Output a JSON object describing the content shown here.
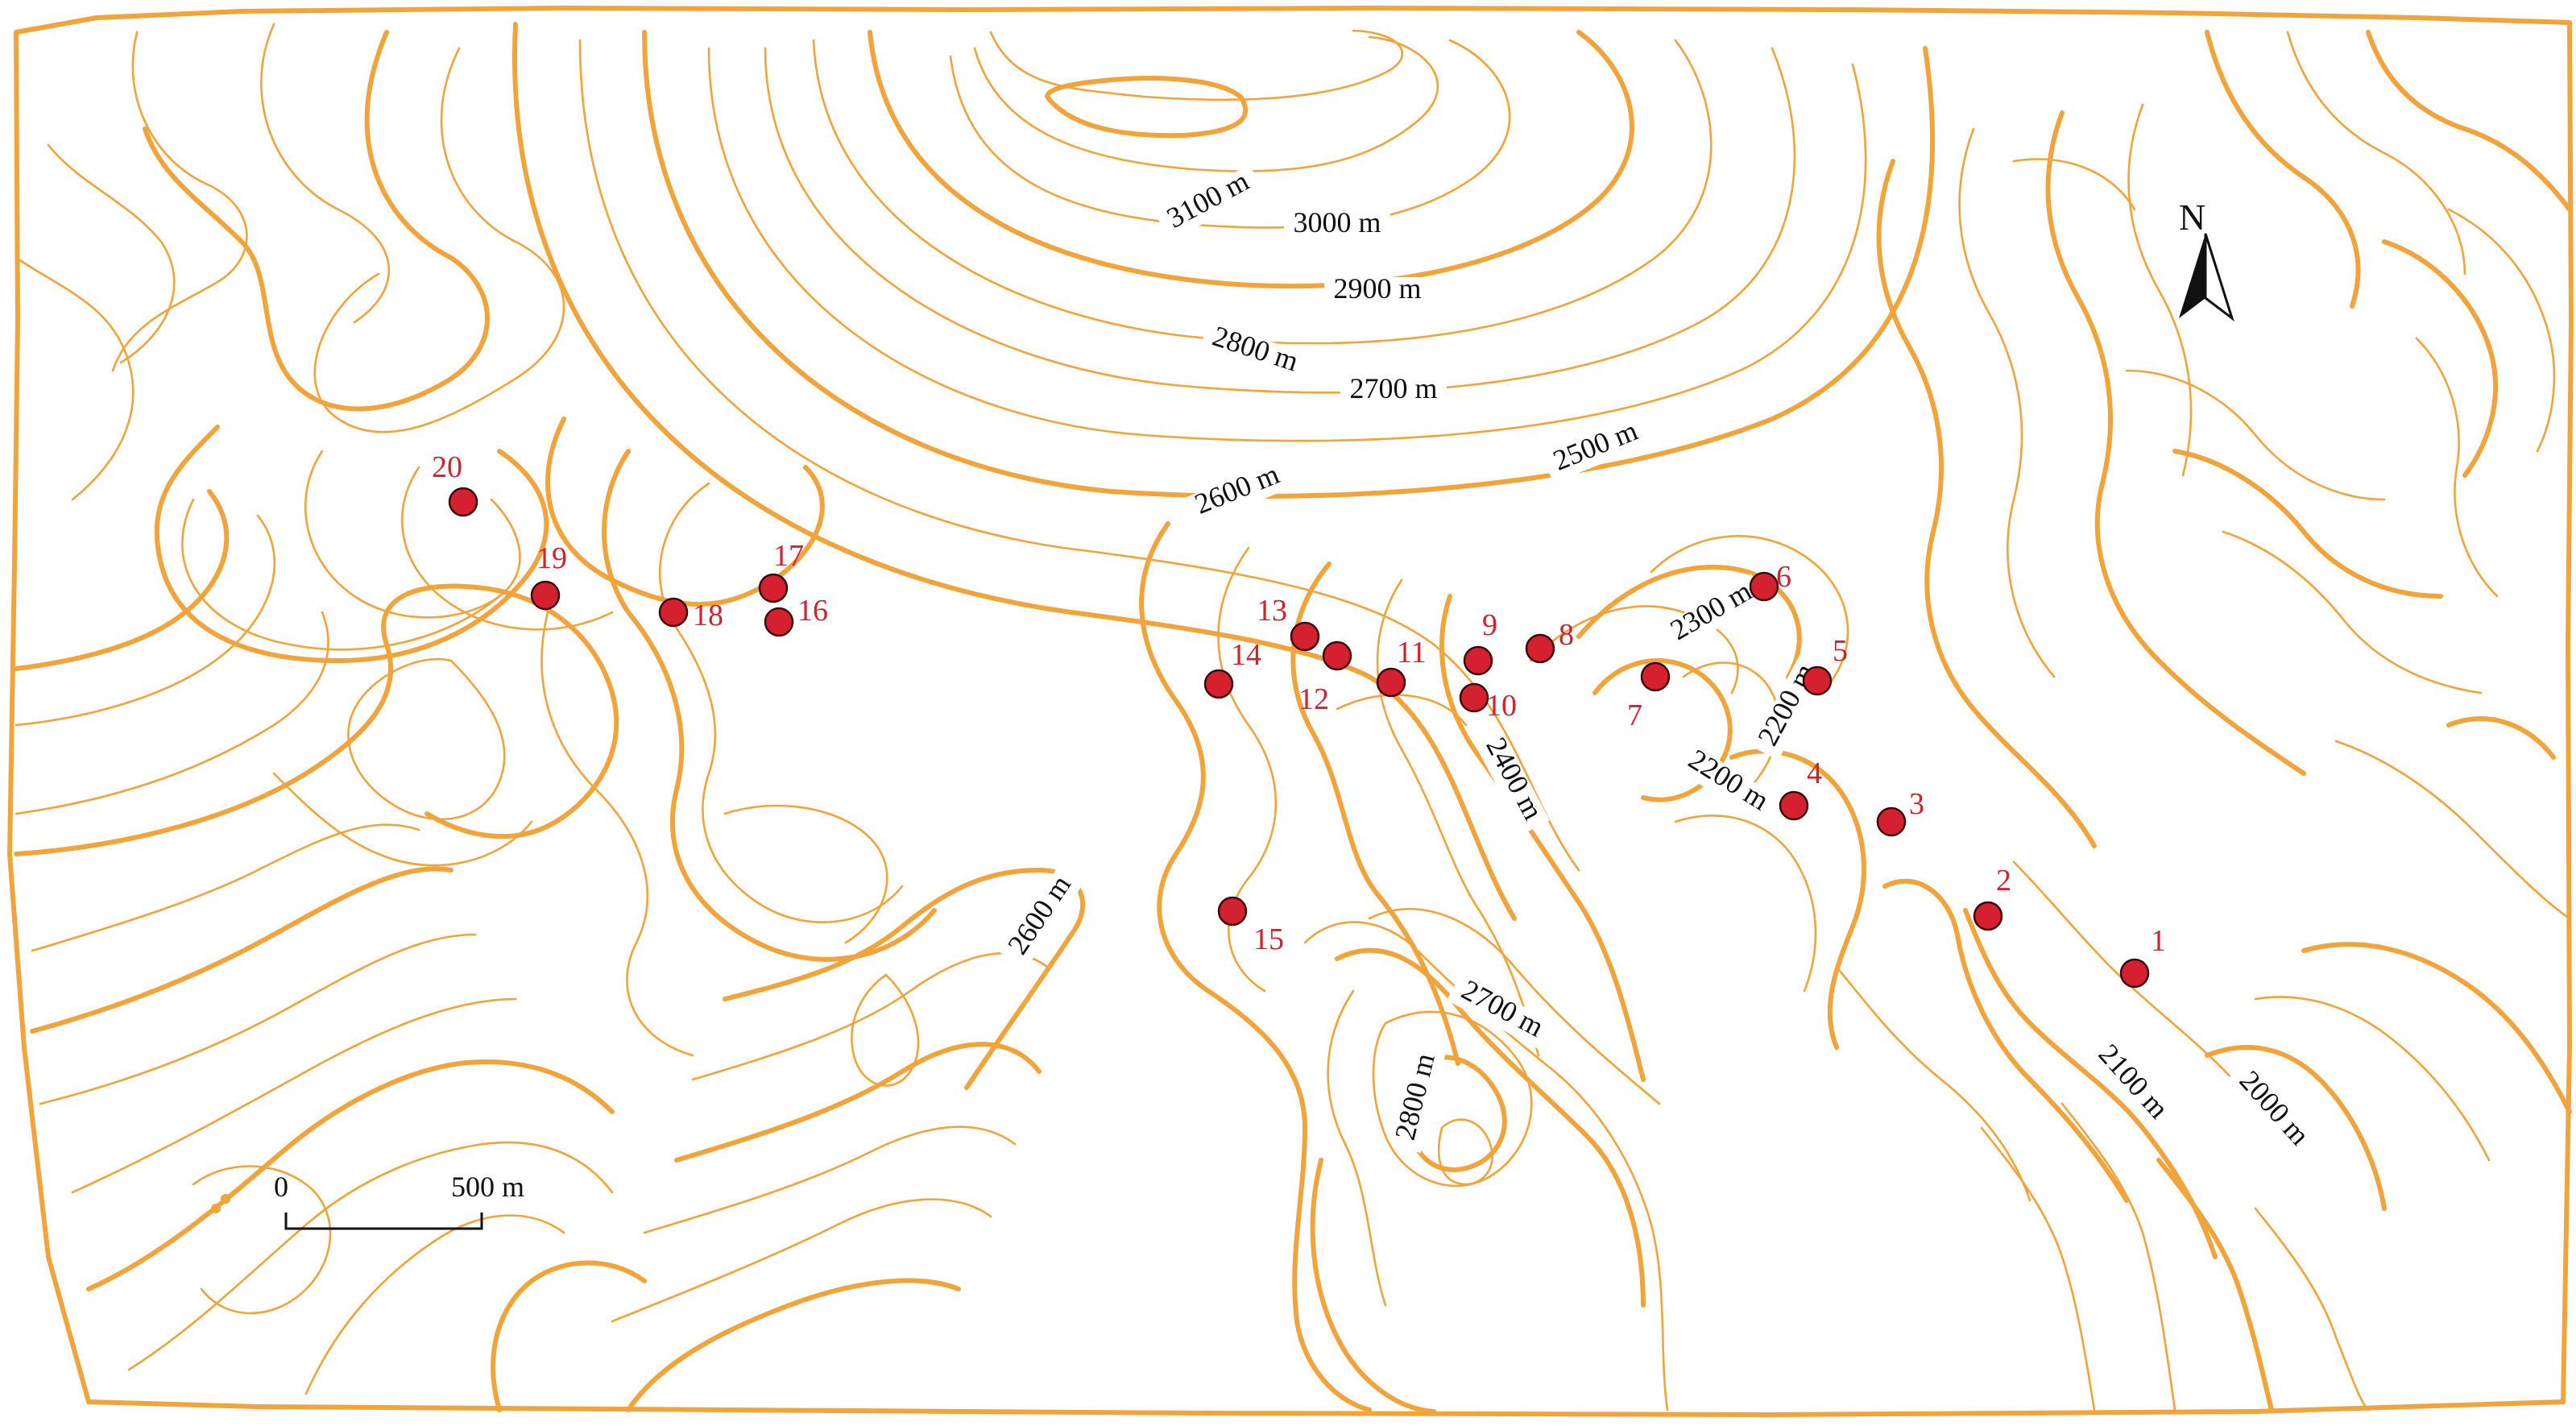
{
  "colors": {
    "contour": "#f2a33a",
    "site": "#d4202f",
    "text": "#111111"
  },
  "north": {
    "label": "N",
    "icon": "north-arrow-icon"
  },
  "scale": {
    "zero": "0",
    "end": "500 m"
  },
  "contour_labels": [
    {
      "id": "c3100",
      "text": "3100 m"
    },
    {
      "id": "c3000",
      "text": "3000 m"
    },
    {
      "id": "c2900",
      "text": "2900 m"
    },
    {
      "id": "c2800a",
      "text": "2800 m"
    },
    {
      "id": "c2700a",
      "text": "2700 m"
    },
    {
      "id": "c2600a",
      "text": "2600 m"
    },
    {
      "id": "c2500",
      "text": "2500 m"
    },
    {
      "id": "c2300",
      "text": "2300 m"
    },
    {
      "id": "c2200a",
      "text": "2200 m"
    },
    {
      "id": "c2200b",
      "text": "2200 m"
    },
    {
      "id": "c2400",
      "text": "2400 m"
    },
    {
      "id": "c2600b",
      "text": "2600 m"
    },
    {
      "id": "c2700b",
      "text": "2700 m"
    },
    {
      "id": "c2800b",
      "text": "2800 m"
    },
    {
      "id": "c2100",
      "text": "2100 m"
    },
    {
      "id": "c2000",
      "text": "2000 m"
    }
  ],
  "sites": [
    {
      "id": "s1",
      "label": "1"
    },
    {
      "id": "s2",
      "label": "2"
    },
    {
      "id": "s3",
      "label": "3"
    },
    {
      "id": "s4",
      "label": "4"
    },
    {
      "id": "s5",
      "label": "5"
    },
    {
      "id": "s6",
      "label": "6"
    },
    {
      "id": "s7",
      "label": "7"
    },
    {
      "id": "s8",
      "label": "8"
    },
    {
      "id": "s9",
      "label": "9"
    },
    {
      "id": "s10",
      "label": "10"
    },
    {
      "id": "s11",
      "label": "11"
    },
    {
      "id": "s12",
      "label": "12"
    },
    {
      "id": "s13",
      "label": "13"
    },
    {
      "id": "s14",
      "label": "14"
    },
    {
      "id": "s15",
      "label": "15"
    },
    {
      "id": "s16",
      "label": "16"
    },
    {
      "id": "s17",
      "label": "17"
    },
    {
      "id": "s18",
      "label": "18"
    },
    {
      "id": "s19",
      "label": "19"
    },
    {
      "id": "s20",
      "label": "20"
    }
  ]
}
